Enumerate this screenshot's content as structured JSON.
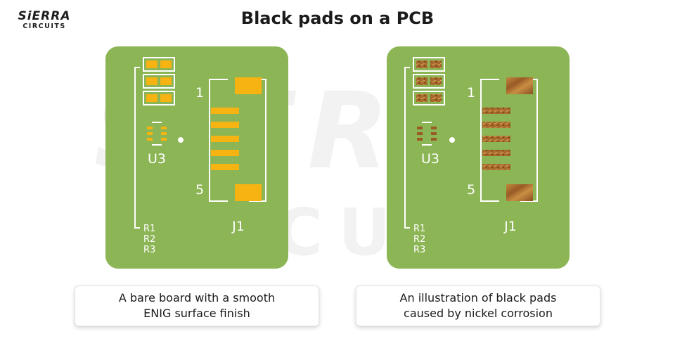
{
  "logo": {
    "top": "SiERRA",
    "bottom": "CIRCUITS"
  },
  "title": "Black pads on a PCB",
  "watermark": {
    "line1": "SiERRA",
    "line2": "CIRCUITS"
  },
  "boards": [
    {
      "labels": {
        "u3": "U3",
        "j1": "J1",
        "pin1": "1",
        "pin5": "5",
        "r1": "R1",
        "r2": "R2",
        "r3": "R3"
      },
      "caption_line1": "A bare board with a smooth",
      "caption_line2": "ENIG surface finish",
      "pad_style": "enig"
    },
    {
      "labels": {
        "u3": "U3",
        "j1": "J1",
        "pin1": "1",
        "pin5": "5",
        "r1": "R1",
        "r2": "R2",
        "r3": "R3"
      },
      "caption_line1": "An illustration of black pads",
      "caption_line2": "caused by nickel corrosion",
      "pad_style": "corroded"
    }
  ],
  "colors": {
    "board": "#8cb555",
    "silkscreen": "#ffffff",
    "pad_enig": "#f6b311",
    "pad_corroded": "#a66a2c",
    "watermark": "#f3f3f3"
  }
}
